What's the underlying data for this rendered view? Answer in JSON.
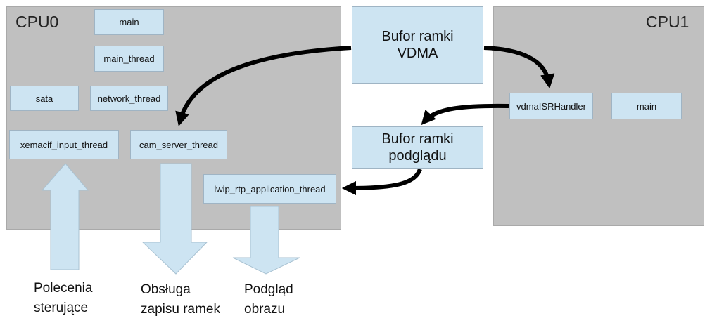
{
  "cpu0": {
    "label": "CPU0",
    "threads": {
      "main": "main",
      "main_thread": "main_thread",
      "sata": "sata",
      "network_thread": "network_thread",
      "xemacif_input_thread": "xemacif_input_thread",
      "cam_server_thread": "cam_server_thread",
      "lwip_rtp_application_thread": "lwip_rtp_application_thread"
    }
  },
  "cpu1": {
    "label": "CPU1",
    "threads": {
      "vdma_isr_handler": "vdmaISRHandler",
      "main": "main"
    }
  },
  "buffers": {
    "vdma_frame_buffer": {
      "line1": "Bufor ramki",
      "line2": "VDMA"
    },
    "preview_frame_buffer": {
      "line1": "Bufor ramki",
      "line2": "podglądu"
    }
  },
  "captions": {
    "control_commands": {
      "line1": "Polecenia",
      "line2": "sterujące"
    },
    "frame_recording": {
      "line1": "Obsługa",
      "line2": "zapisu ramek"
    },
    "image_preview": {
      "line1": "Podgląd",
      "line2": "obrazu"
    }
  },
  "colors": {
    "cpu_background": "#c0c0c0",
    "box_fill": "#cde4f2",
    "arrow_stroke": "#000000",
    "io_arrow_fill": "#cde4f2"
  }
}
